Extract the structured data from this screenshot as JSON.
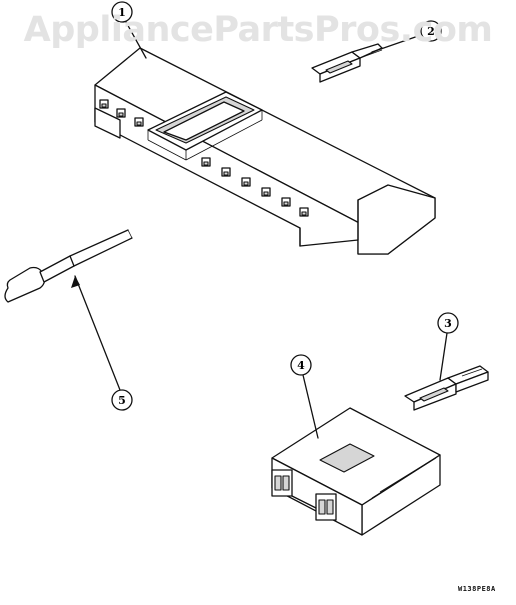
{
  "watermark": "AppliancePartsPros.com",
  "reference_code": "W138PE8A",
  "callouts": [
    {
      "id": "1",
      "label": "1"
    },
    {
      "id": "2",
      "label": "2"
    },
    {
      "id": "3",
      "label": "3"
    },
    {
      "id": "4",
      "label": "4"
    },
    {
      "id": "5",
      "label": "5"
    }
  ],
  "colors": {
    "line": "#111111",
    "watermark": "#e3e3e3",
    "background": "#ffffff"
  }
}
